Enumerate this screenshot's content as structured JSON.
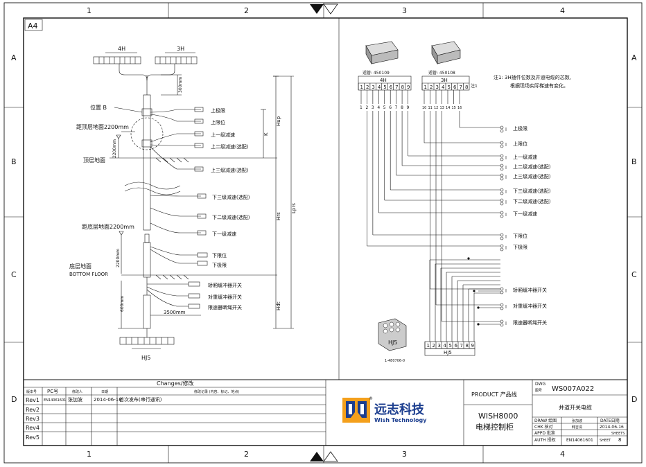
{
  "frame": {
    "columns": [
      "1",
      "2",
      "3",
      "4"
    ],
    "rows": [
      "A",
      "B",
      "C",
      "D"
    ],
    "sheet_size": "A4"
  },
  "left_diagram": {
    "connector_4h": "4H",
    "connector_3h": "3H",
    "connector_hj5": "HJ5",
    "dim_300mm": "300mm",
    "position_b": "位置 B",
    "top_floor_dist": "距顶层地面2200mm",
    "dim_2200_top": "2200mm",
    "top_floor": "顶层地面",
    "bottom_floor_dist": "距底层地面2200mm",
    "dim_2200_bottom": "2200mm",
    "bottom_floor_cn": "底层地面",
    "bottom_floor_en": "BOTTOM FLOOR",
    "dim_600mm": "600mm",
    "dim_3500mm": "3500mm",
    "dim_k": "K",
    "dim_hup": "Hup",
    "dim_hrs": "Hrs",
    "dim_lprs": "Lprs",
    "dim_hdt": "Hdt",
    "switches": [
      "上极限",
      "上限位",
      "上一级减速",
      "上二级减速(选配)",
      "上三级减速(选配)",
      "下三级减速(选配)",
      "下二级减速(选配)",
      "下一级减速",
      "下限位",
      "下极限",
      "轿厢缓冲器开关",
      "对重缓冲器开关",
      "限速器断绳开关"
    ]
  },
  "right_diagram": {
    "part1_label": "适管: 450109",
    "part2_label": "适管: 450108",
    "header_4h": "4H",
    "header_3h": "3H",
    "pins_4h": [
      "1",
      "2",
      "3",
      "4",
      "5",
      "6",
      "7",
      "8",
      "9"
    ],
    "pins_3h": [
      "1",
      "2",
      "3",
      "4",
      "5",
      "6",
      "7",
      "8"
    ],
    "wire_nums_4h": [
      "1",
      "2",
      "3",
      "4",
      "5",
      "6",
      "7",
      "8",
      "9"
    ],
    "wire_nums_3h": [
      "10",
      "11",
      "12",
      "13",
      "14",
      "15",
      "16"
    ],
    "note_mark": "注1",
    "note_line1": "注1: 3H插件位数及井道电缆的芯数,",
    "note_line2": "根据现场实际梯速有变化。",
    "switches": [
      "上极限",
      "上限位",
      "上一级减速",
      "上二级减速(选配)",
      "上三级减速(选配)",
      "下三级减速(选配)",
      "下二级减速(选配)",
      "下一级减速",
      "下限位",
      "下极限",
      "轿厢缓冲器开关",
      "对重缓冲器开关",
      "限速器断绳开关"
    ],
    "hj5_label": "HJ5",
    "hj5_pins": [
      "1",
      "2",
      "3",
      "4",
      "5",
      "6",
      "7",
      "8",
      "9"
    ],
    "hj5_part_label": "HJ5",
    "hj5_part_no": "1-480706-0"
  },
  "title_block": {
    "changes_title": "Changes/修改",
    "col_rev": "版本号",
    "col_pc": "PC号",
    "col_modifier": "修改人",
    "col_date": "日期",
    "col_record": "修改记录 (内容、标记、地点)",
    "revs": [
      "Rev1",
      "Rev2",
      "Rev3",
      "Rev4",
      "Rev5"
    ],
    "rev1_pc": "EN14061601",
    "rev1_modifier": "张加波",
    "rev1_date": "2014-06-16",
    "rev1_record": "首次发布(串行通讯)",
    "company_cn": "远志科技",
    "company_en": "Wish Technology",
    "product_label": "PRODUCT  产品线",
    "product_name": "WISH8000",
    "product_cn": "电梯控制柜",
    "dwg_label": "DWG",
    "dwg_sub": "图号",
    "dwg_no": "WS007A022",
    "drawing_title": "井道开关电缆",
    "draw_label": "DRAW 绘图",
    "draw_name": "张加波",
    "date_label": "DATE日期",
    "chk_label": "CHK  核对",
    "chk_name": "韩吉清",
    "date_value": "2014-06-16",
    "appd_label": "APPD 批准",
    "sheets_label": "SHEETS",
    "auth_label": "AUTH  授权",
    "auth_value": "EN14061601",
    "sheet_label": "SHEET",
    "sheet_value": "8"
  }
}
